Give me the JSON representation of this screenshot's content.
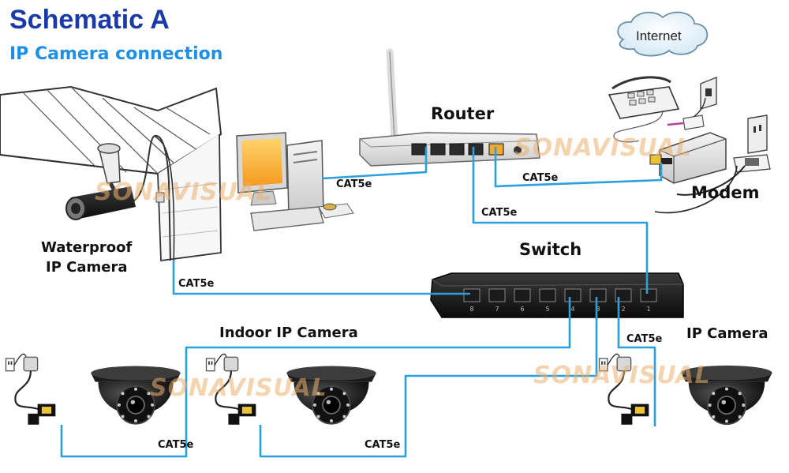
{
  "title": "Schematic A",
  "subtitle": "IP Camera connection",
  "labels": {
    "router": "Router",
    "modem": "Modem",
    "switch": "Switch",
    "internet": "Internet",
    "waterproof_line1": "Waterproof",
    "waterproof_line2": "IP Camera",
    "indoor_camera": "Indoor IP Camera",
    "ip_camera": "IP Camera"
  },
  "cable_label": "CAT5e",
  "watermark": "SONAVISUAL",
  "switch_port_numbers": [
    "8",
    "7",
    "6",
    "5",
    "4",
    "3",
    "2",
    "1"
  ],
  "colors": {
    "title": "#1a3aa8",
    "subtitle": "#1e8fe6",
    "cable": "#2a9fe0",
    "watermark": "#ebaf6e"
  }
}
